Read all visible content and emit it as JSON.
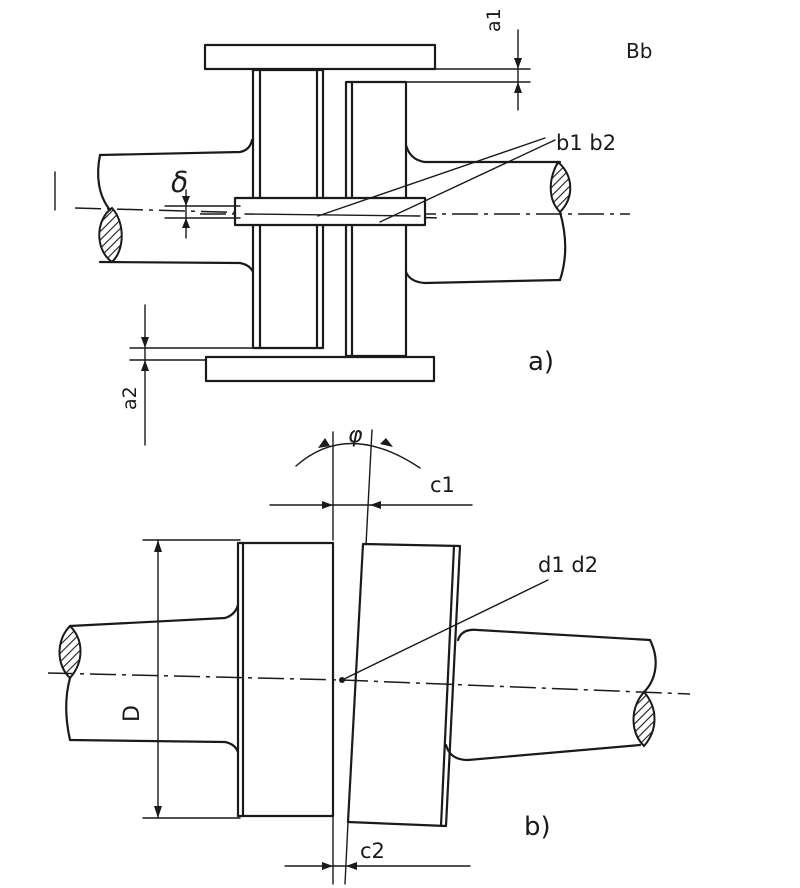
{
  "diagram": {
    "label_top_right": "Bb",
    "panel_a_label": "a)",
    "panel_b_label": "b)",
    "labels": {
      "a1": "a1",
      "a2": "a2",
      "b1b2": "b1 b2",
      "delta": "δ",
      "phi": "φ",
      "c1": "c1",
      "c2": "c2",
      "d1d2": "d1 d2",
      "D": "D"
    }
  }
}
